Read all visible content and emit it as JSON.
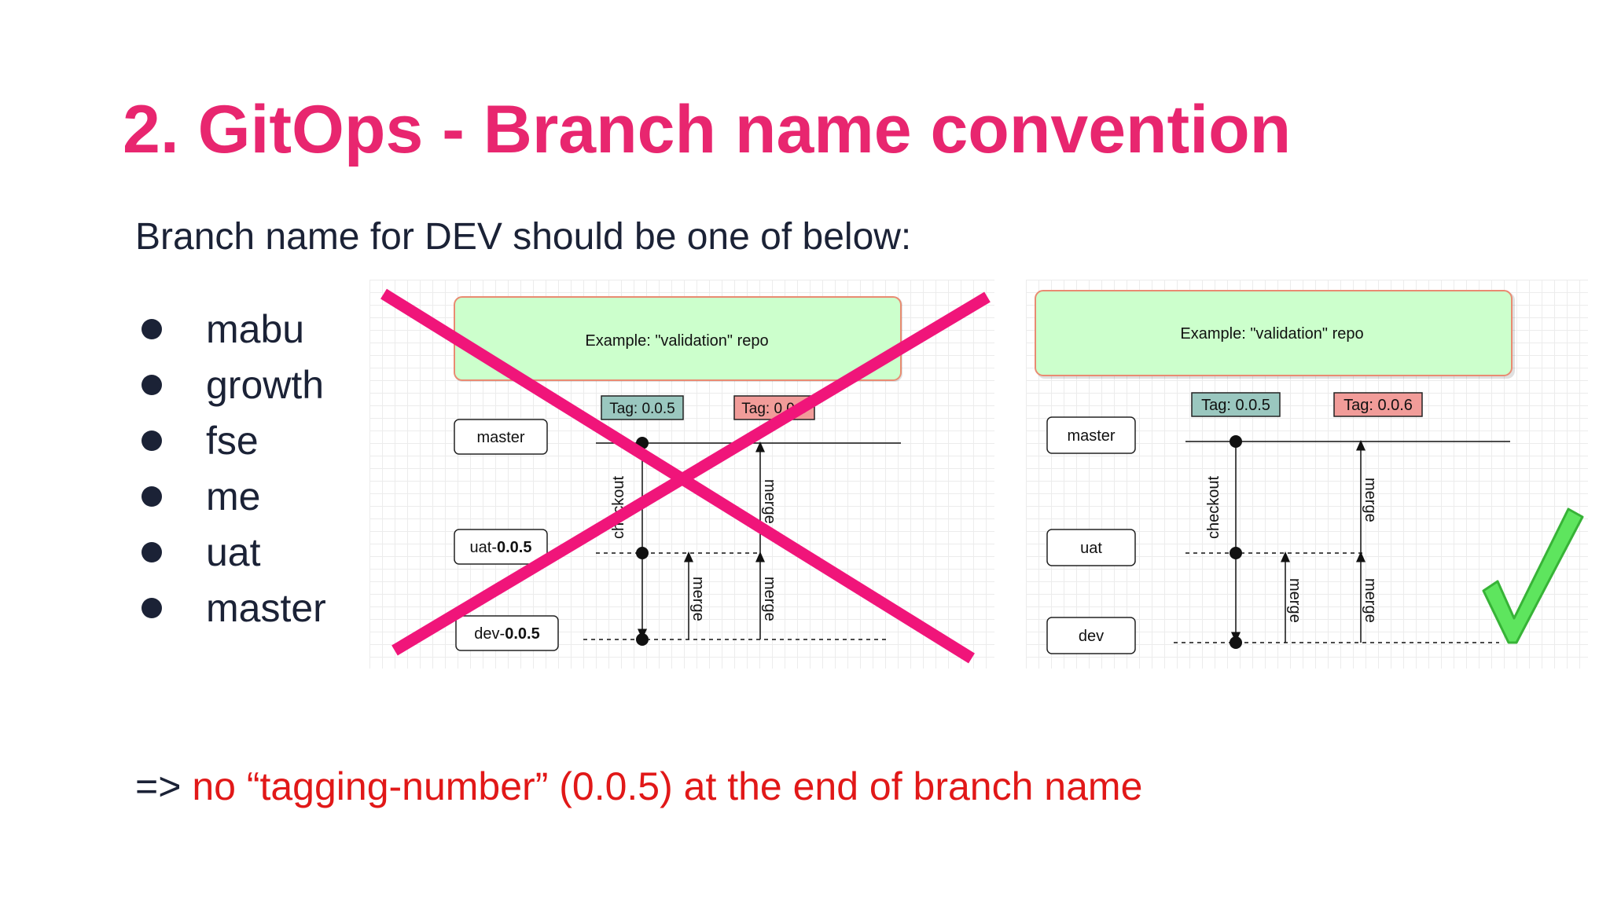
{
  "title": "2. GitOps - Branch name convention",
  "subtitle": "Branch name for DEV should be one of below:",
  "bullets": [
    "mabu",
    "growth",
    "fse",
    "me",
    "uat",
    "master"
  ],
  "diagram_wrong": {
    "header": "Example: \"validation\" repo",
    "tag1": "Tag: 0.0.5",
    "tag2": "Tag: 0.0.5",
    "branches": {
      "master": "master",
      "uat_prefix": "uat-",
      "uat_version": "0.0.5",
      "dev_prefix": "dev-",
      "dev_version": "0.0.5"
    },
    "checkout_label": "checkout",
    "merge_label": "merge",
    "cross_color": "#f0157a"
  },
  "diagram_correct": {
    "header": "Example: \"validation\" repo",
    "tag1": "Tag: 0.0.5",
    "tag2": "Tag: 0.0.6",
    "branches": {
      "master": "master",
      "uat": "uat",
      "dev": "dev"
    },
    "checkout_label": "checkout",
    "merge_label": "merge",
    "check_color": "#5ee55e"
  },
  "conclusion": {
    "prefix": "=>",
    "text": "no “tagging-number” (0.0.5) at the end of branch name"
  },
  "colors": {
    "title": "#e8266f",
    "header_fill": "#ccffcc",
    "header_border": "#e98b72",
    "tag_green": "#9ac7bf",
    "tag_red": "#f19c99",
    "conclusion_red": "#e11818"
  }
}
